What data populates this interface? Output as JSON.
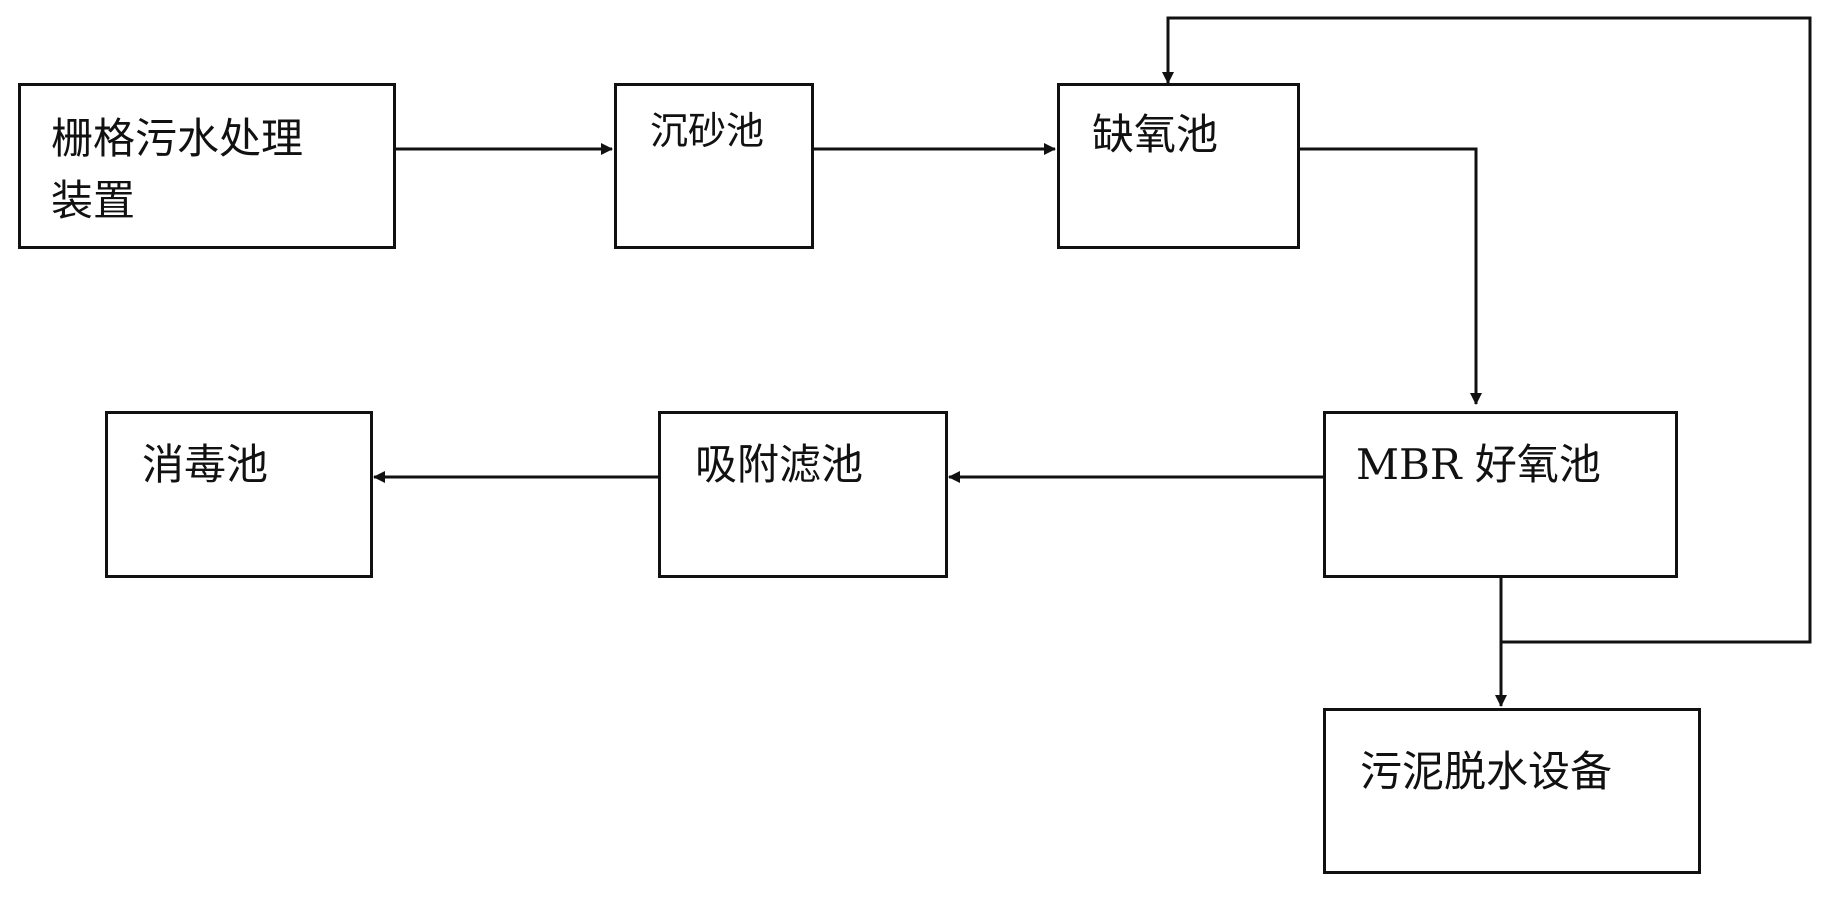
{
  "nodes": {
    "grille": {
      "label": "栅格污水处理\n装置"
    },
    "grit": {
      "label": "沉砂池"
    },
    "anoxic": {
      "label": "缺氧池"
    },
    "mbr": {
      "label": "MBR 好氧池"
    },
    "adsorption": {
      "label": "吸附滤池"
    },
    "disinfection": {
      "label": "消毒池"
    },
    "sludge": {
      "label": "污泥脱水设备"
    }
  },
  "edges": [
    {
      "from": "grille",
      "to": "grit"
    },
    {
      "from": "grit",
      "to": "anoxic"
    },
    {
      "from": "anoxic",
      "to": "mbr"
    },
    {
      "from": "mbr",
      "to": "adsorption"
    },
    {
      "from": "adsorption",
      "to": "disinfection"
    },
    {
      "from": "mbr",
      "to": "sludge"
    },
    {
      "from": "mbr",
      "to": "anoxic",
      "kind": "return"
    }
  ],
  "colors": {
    "line": "#111111",
    "background": "#ffffff"
  }
}
